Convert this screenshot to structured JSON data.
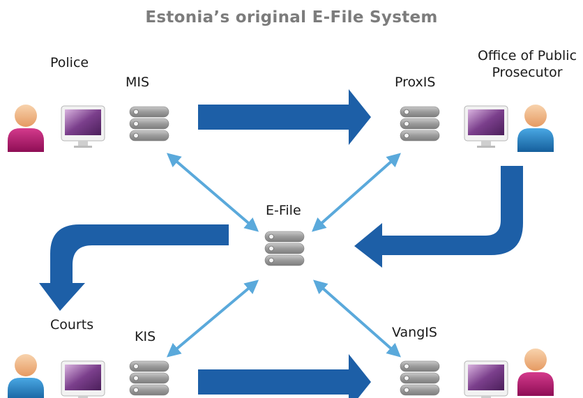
{
  "title": "Estonia’s original E-File System",
  "actors": {
    "police": "Police",
    "prosecutor": "Office of Public\nProsecutor",
    "courts": "Courts"
  },
  "systems": {
    "mis": "MIS",
    "proxis": "ProxIS",
    "efile": "E-File",
    "kis": "KIS",
    "vangis": "VangIS"
  },
  "colors": {
    "flow_arrow": "#1d5fa7",
    "link_arrow": "#5aa9db",
    "server": "#9b9b9b",
    "person_male": "#1e7bbf",
    "person_female": "#b6136d",
    "head": "#f1b483",
    "monitor_screen": "#7b3f8c",
    "title": "#7c7c7c"
  }
}
